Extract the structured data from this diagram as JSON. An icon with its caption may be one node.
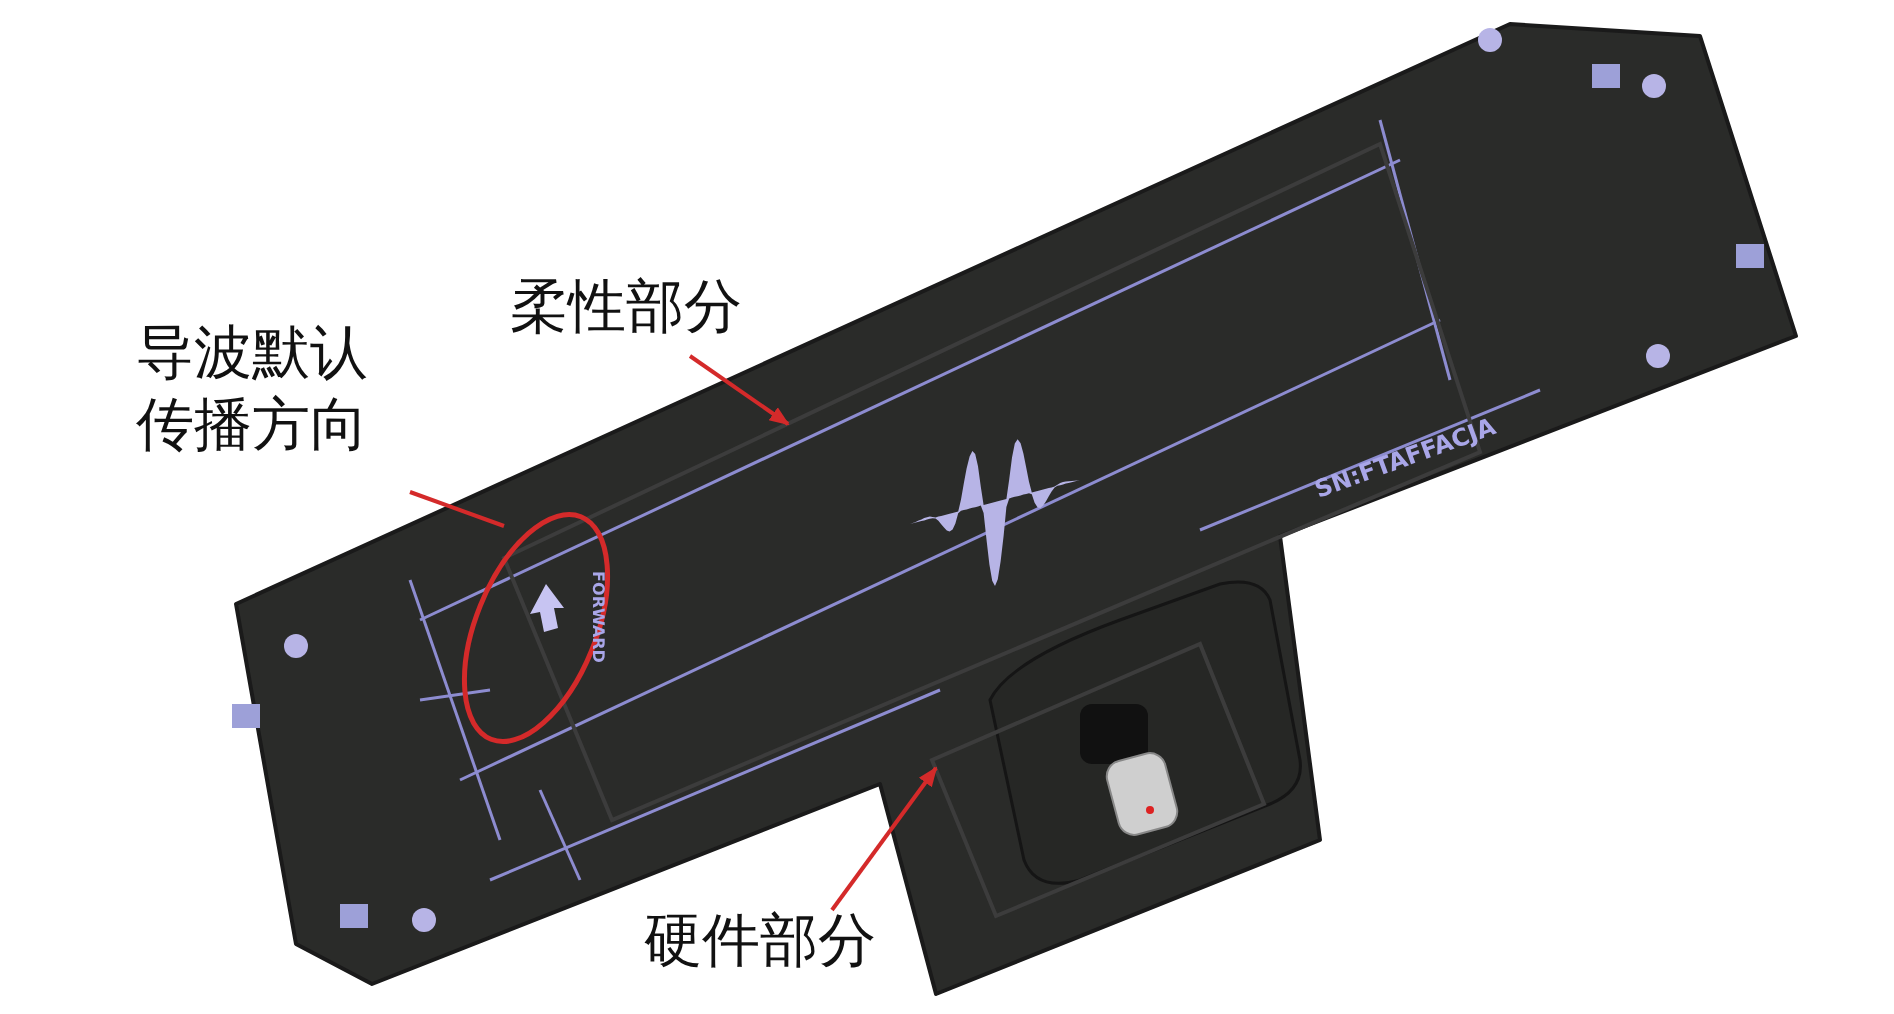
{
  "diagram": {
    "nodes": [
      {
        "text": [
          "柔性部分"
        ]
      },
      {
        "text": [],
        "shape": "box"
      },
      {
        "text": [
          "导波默认传播方向"
        ]
      },
      {
        "text": [],
        "shape": "circle"
      },
      {
        "text": [
          "硬件部分"
        ]
      },
      {
        "text": [],
        "shape": "box"
      }
    ],
    "edges": [
      {
        "from": 0,
        "to": 1,
        "arrow": "to"
      },
      {
        "from": 2,
        "to": 3,
        "arrow": "none"
      },
      {
        "from": 4,
        "to": 5,
        "arrow": "to"
      }
    ],
    "labels": [
      "SN:FTAFFACJA",
      "FORWARD"
    ]
  }
}
